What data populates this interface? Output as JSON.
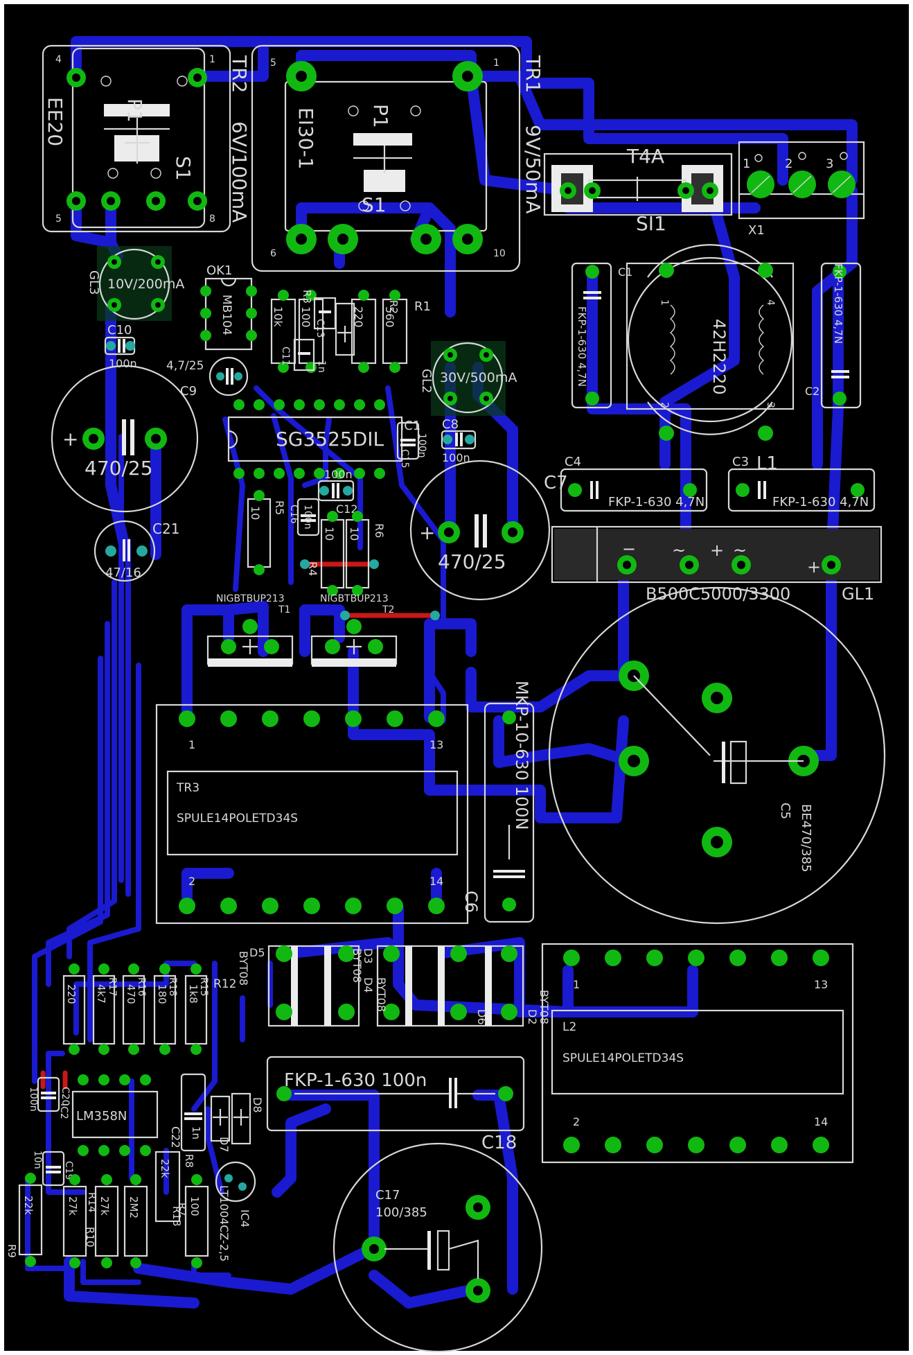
{
  "board": {
    "background": "#000000",
    "trace_color": "#1a1ad0",
    "pad_color": "#11b811",
    "silkscreen_color": "#d8d8d8",
    "red_trace_color": "#c81818"
  },
  "labels": {
    "tr2": "TR2",
    "tr2_spec": "6V/100mA",
    "ee20": "EE20",
    "p1_a": "P1",
    "s1_a": "S1",
    "tr2_pin4": "4",
    "tr2_pin1": "1",
    "tr2_pin5": "5",
    "tr2_pin8": "8",
    "tr1": "TR1",
    "tr1_spec": "9V/50mA",
    "ei30": "EI30-1",
    "p1_b": "P1",
    "s1_b": "S1",
    "tr1_pin5": "5",
    "tr1_pin1": "1",
    "tr1_pin6": "6",
    "tr1_pin10": "10",
    "t4a": "T4A",
    "si1": "SI1",
    "x1": "X1",
    "x1_p1": "1",
    "x1_p2": "2",
    "x1_p3": "3",
    "gl3": "GL3",
    "gl3_spec": "10V/200mA",
    "ok1": "OK1",
    "mb104": "MB104",
    "r_10k": "10k",
    "r_100": "100",
    "r_2200": "220",
    "r_560": "560",
    "r2": "R2",
    "r1": "R1",
    "r3": "R3",
    "c10": "C10",
    "c10_val": "100n",
    "c9_val": "4,7/25",
    "c9": "C9",
    "c11": "C11",
    "c13": "C13",
    "c14_val": "1n",
    "gl2": "GL2",
    "gl2_spec": "30V/500mA",
    "cap_470_a": "470/25",
    "sg3525": "SG3525DIL",
    "ic1": "IC1",
    "c15": "C15",
    "c15_val": "100n",
    "c8": "C8",
    "c8_val": "100n",
    "cap_470_b": "470/25",
    "c21": "C21",
    "c21_val": "47/16",
    "r5": "R5",
    "r5_val": "10",
    "c12_val": "100n",
    "c12": "C12",
    "c16": "C16",
    "c16_val": "100n",
    "r4": "R4",
    "r4_val": "10",
    "r6": "R6",
    "r6_val": "10",
    "t1_part": "NIGBTBUP213",
    "t1": "T1",
    "t2_part": "NIGBTBUP213",
    "t2": "T2",
    "c1": "C1",
    "c1_val": "FKP-1-630 4,7N",
    "l1_part": "42H2220",
    "l1_p1": "1",
    "l1_p2": "2",
    "l1_p3": "3",
    "l1_p4": "4",
    "c2": "C2",
    "c2_val": "FKP-1-630 4,7N",
    "c4": "C4",
    "c7": "C7",
    "c4_val": "FKP-1-630 4,7N",
    "c3": "C3",
    "l1": "L1",
    "c3_val": "FKP-1-630 4,7N",
    "gl1_part": "B500C5000/3300",
    "gl1": "GL1",
    "tr3": "TR3",
    "tr3_part": "SPULE14POLETD34S",
    "tr3_p1": "1",
    "tr3_p13": "13",
    "tr3_p2": "2",
    "tr3_p14": "14",
    "c6_val": "MKP-10-630 100N",
    "c6": "C6",
    "c5": "C5",
    "c5_val": "BE470/385",
    "d5": "D5",
    "d5_part": "BYT08",
    "d3": "D3",
    "d3_part": "BYT08",
    "d4": "D4",
    "d4_part": "BYT08",
    "d6": "D6",
    "d2": "D2",
    "d2_part": "BYT08",
    "l2": "L2",
    "l2_part": "SPULE14POLETD34S",
    "l2_p1": "1",
    "l2_p13": "13",
    "l2_p2": "2",
    "l2_p14": "14",
    "r_220": "220",
    "r_4k7": "4k7",
    "r_470": "470",
    "r_180": "180",
    "r_1k8": "1k8",
    "r17": "R17",
    "r16": "R16",
    "r18": "R18",
    "r15": "R15",
    "r12": "R12",
    "c18_val": "FKP-1-630 100n",
    "c18": "C18",
    "c20_val": "100n",
    "c20": "C20",
    "lm358": "LM358N",
    "ic2": "IC2",
    "c19_val": "10n",
    "c19": "C19",
    "c22": "C22",
    "c22_val": "1n",
    "d8": "D8",
    "d7": "D7",
    "r7": "R7",
    "r7_val": "22k",
    "r8": "R8",
    "r9": "R9",
    "r9_val": "22k",
    "r14": "R14",
    "r14_val": "27k",
    "r10": "R10",
    "r10_val": "27k",
    "r11_val": "2M2",
    "r13": "R13",
    "r13_val": "100",
    "ic4": "IC4",
    "ic4_part": "LT1004CZ-2,5",
    "c17": "C17",
    "c17_val": "100/385"
  }
}
